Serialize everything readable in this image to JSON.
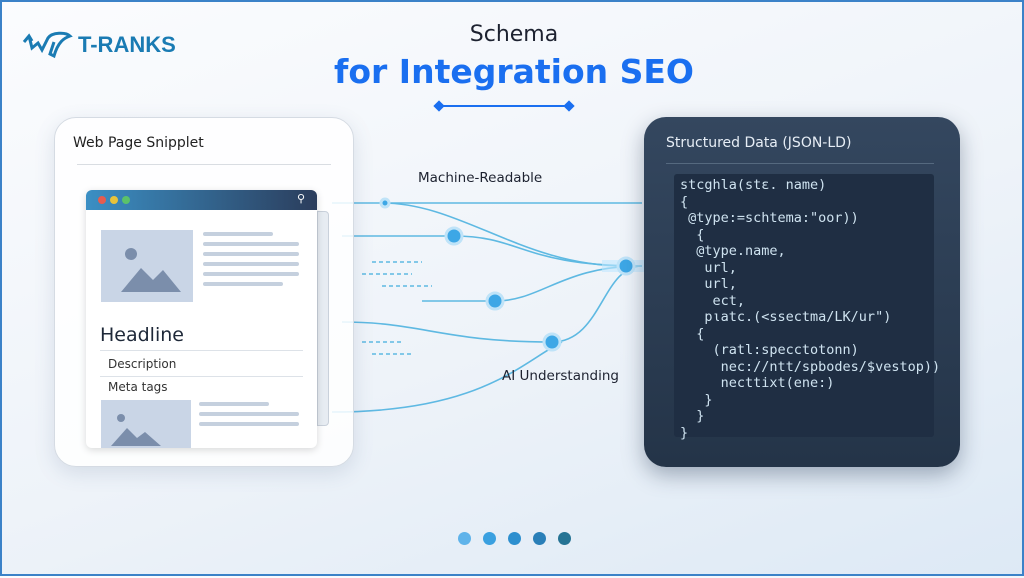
{
  "brand": {
    "logo_text": "T-RANKS"
  },
  "title": {
    "line1": "Schema",
    "line2": "for Integration SEO",
    "accent": "#1a6ff0"
  },
  "left_card": {
    "title": "Web Page Snipplet",
    "headline": "Headline",
    "description": "Description",
    "meta": "Meta tags"
  },
  "flow": {
    "top_label": "Machine-Readable",
    "bottom_label": "AI Understanding"
  },
  "right_card": {
    "title": "Structured Data (JSON-LD)",
    "code": [
      "stcghla(stε. name)",
      "{",
      " @type:=schtema:\"oor))",
      "  {",
      "  @type.name,",
      "   url,",
      "   url,",
      "    ect,",
      "   pιatc.(<ssectma/LK/ur\")",
      "  {",
      "    (ratl:specctotonn)",
      "     nec://ntt/spbodes/$vestop))",
      "     necttixt(ene:)",
      "   }",
      "  }",
      "}"
    ]
  },
  "pagination": {
    "count": 5,
    "colors": [
      "#5fb3ea",
      "#3aa0e0",
      "#2d8fcf",
      "#2a7fb8",
      "#257394"
    ]
  }
}
